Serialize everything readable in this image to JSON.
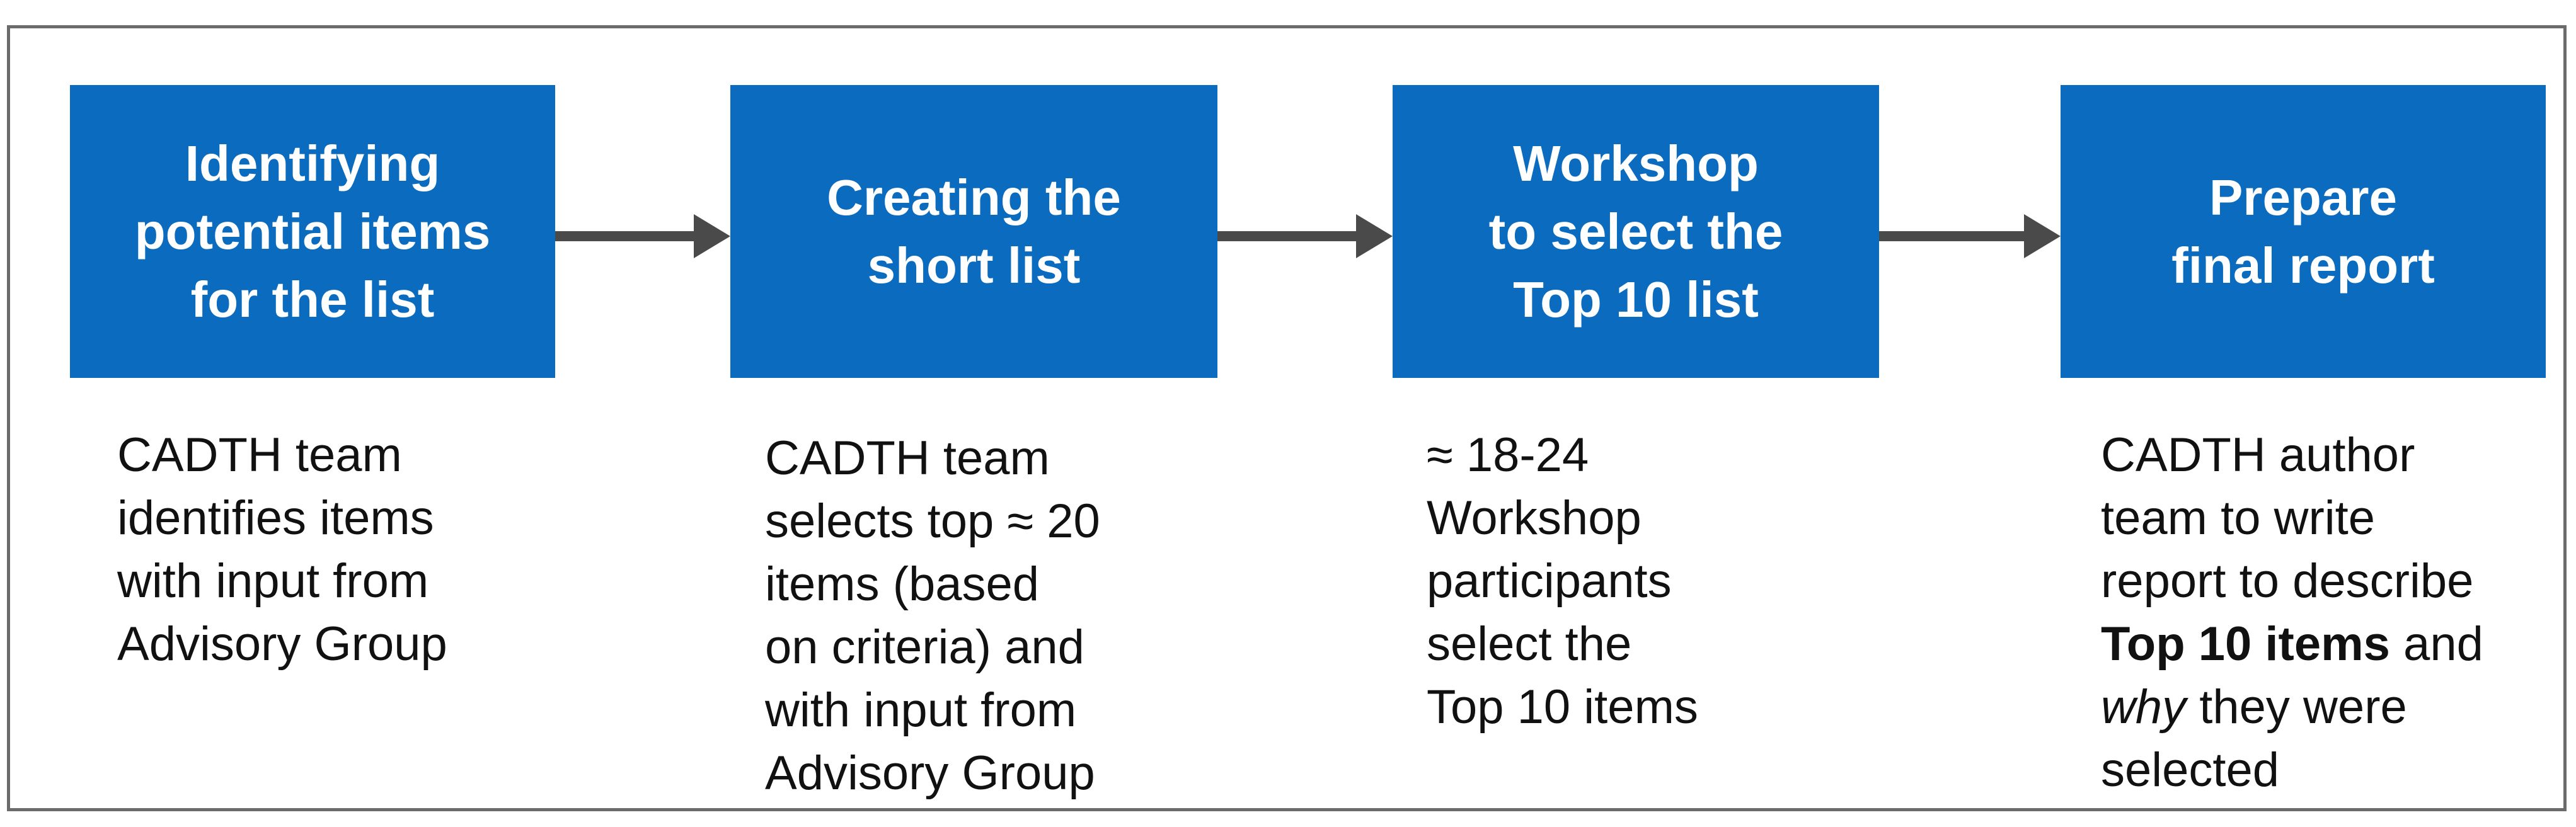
{
  "steps": [
    {
      "title": "Identifying\npotential items\nfor the list",
      "description": "CADTH team\nidentifies items\nwith input from\nAdvisory Group"
    },
    {
      "title": "Creating the\nshort list",
      "description": "CADTH team\nselects top ≈ 20\nitems (based\non criteria) and\nwith input from\nAdvisory Group"
    },
    {
      "title": "Workshop\nto select the\nTop 10 list",
      "description": "≈ 18-24\nWorkshop\nparticipants\nselect the\nTop 10 items"
    },
    {
      "title": "Prepare\nfinal report",
      "description_parts": {
        "line1": "CADTH author\nteam to write\nreport to describe\n",
        "bold": "Top 10 items",
        "after_bold": " and\n",
        "italic": "why",
        "line_end": " they were\nselected"
      }
    }
  ],
  "colors": {
    "box_fill": "#0b6cbf",
    "box_text": "#ffffff",
    "arrow": "#4a4a4a",
    "frame": "#6b6b6b",
    "body_text": "#111111"
  },
  "icons": {
    "arrow": "right-arrow-icon"
  }
}
